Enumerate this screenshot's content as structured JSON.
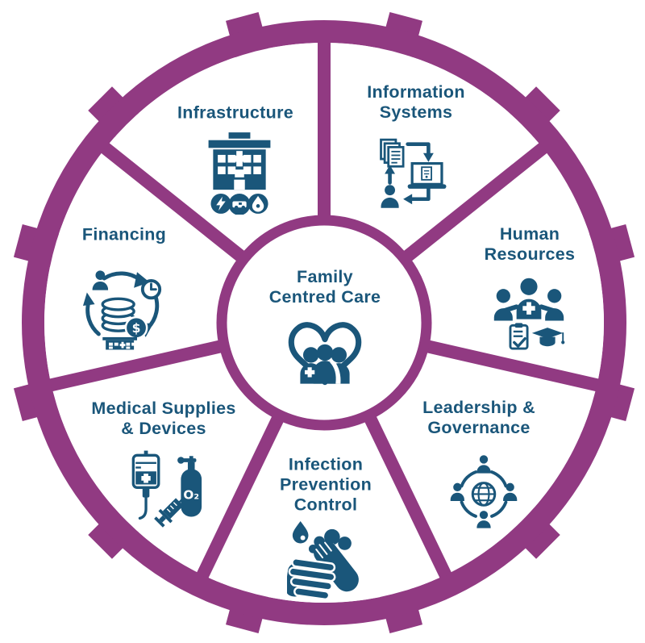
{
  "diagram": {
    "type": "circular-gear-framework",
    "center": {
      "label": "Family Centred Care",
      "lines": [
        "Family",
        "Centred Care"
      ],
      "icon": "family-heart-icon"
    },
    "segments": [
      {
        "label": "Infrastructure",
        "lines": [
          "Infrastructure"
        ],
        "icon": "hospital-building-icon"
      },
      {
        "label": "Information Systems",
        "lines": [
          "Information",
          "Systems"
        ],
        "icon": "data-exchange-computer-icon"
      },
      {
        "label": "Human Resources",
        "lines": [
          "Human",
          "Resources"
        ],
        "icon": "staff-team-training-icon"
      },
      {
        "label": "Leadership & Governance",
        "lines": [
          "Leadership &",
          "Governance"
        ],
        "icon": "people-around-globe-icon"
      },
      {
        "label": "Infection Prevention Control",
        "lines": [
          "Infection",
          "Prevention",
          "Control"
        ],
        "icon": "hand-washing-icon"
      },
      {
        "label": "Medical Supplies & Devices",
        "lines": [
          "Medical Supplies",
          "& Devices"
        ],
        "icon": "iv-syringe-oxygen-tank-icon"
      },
      {
        "label": "Financing",
        "lines": [
          "Financing"
        ],
        "icon": "money-cycle-icon"
      }
    ],
    "icon_labels": {
      "oxygen": "O₂",
      "currency": "$"
    },
    "colors": {
      "gear": "#913a82",
      "icon_blue": "#1a567a",
      "background": "#ffffff"
    }
  }
}
